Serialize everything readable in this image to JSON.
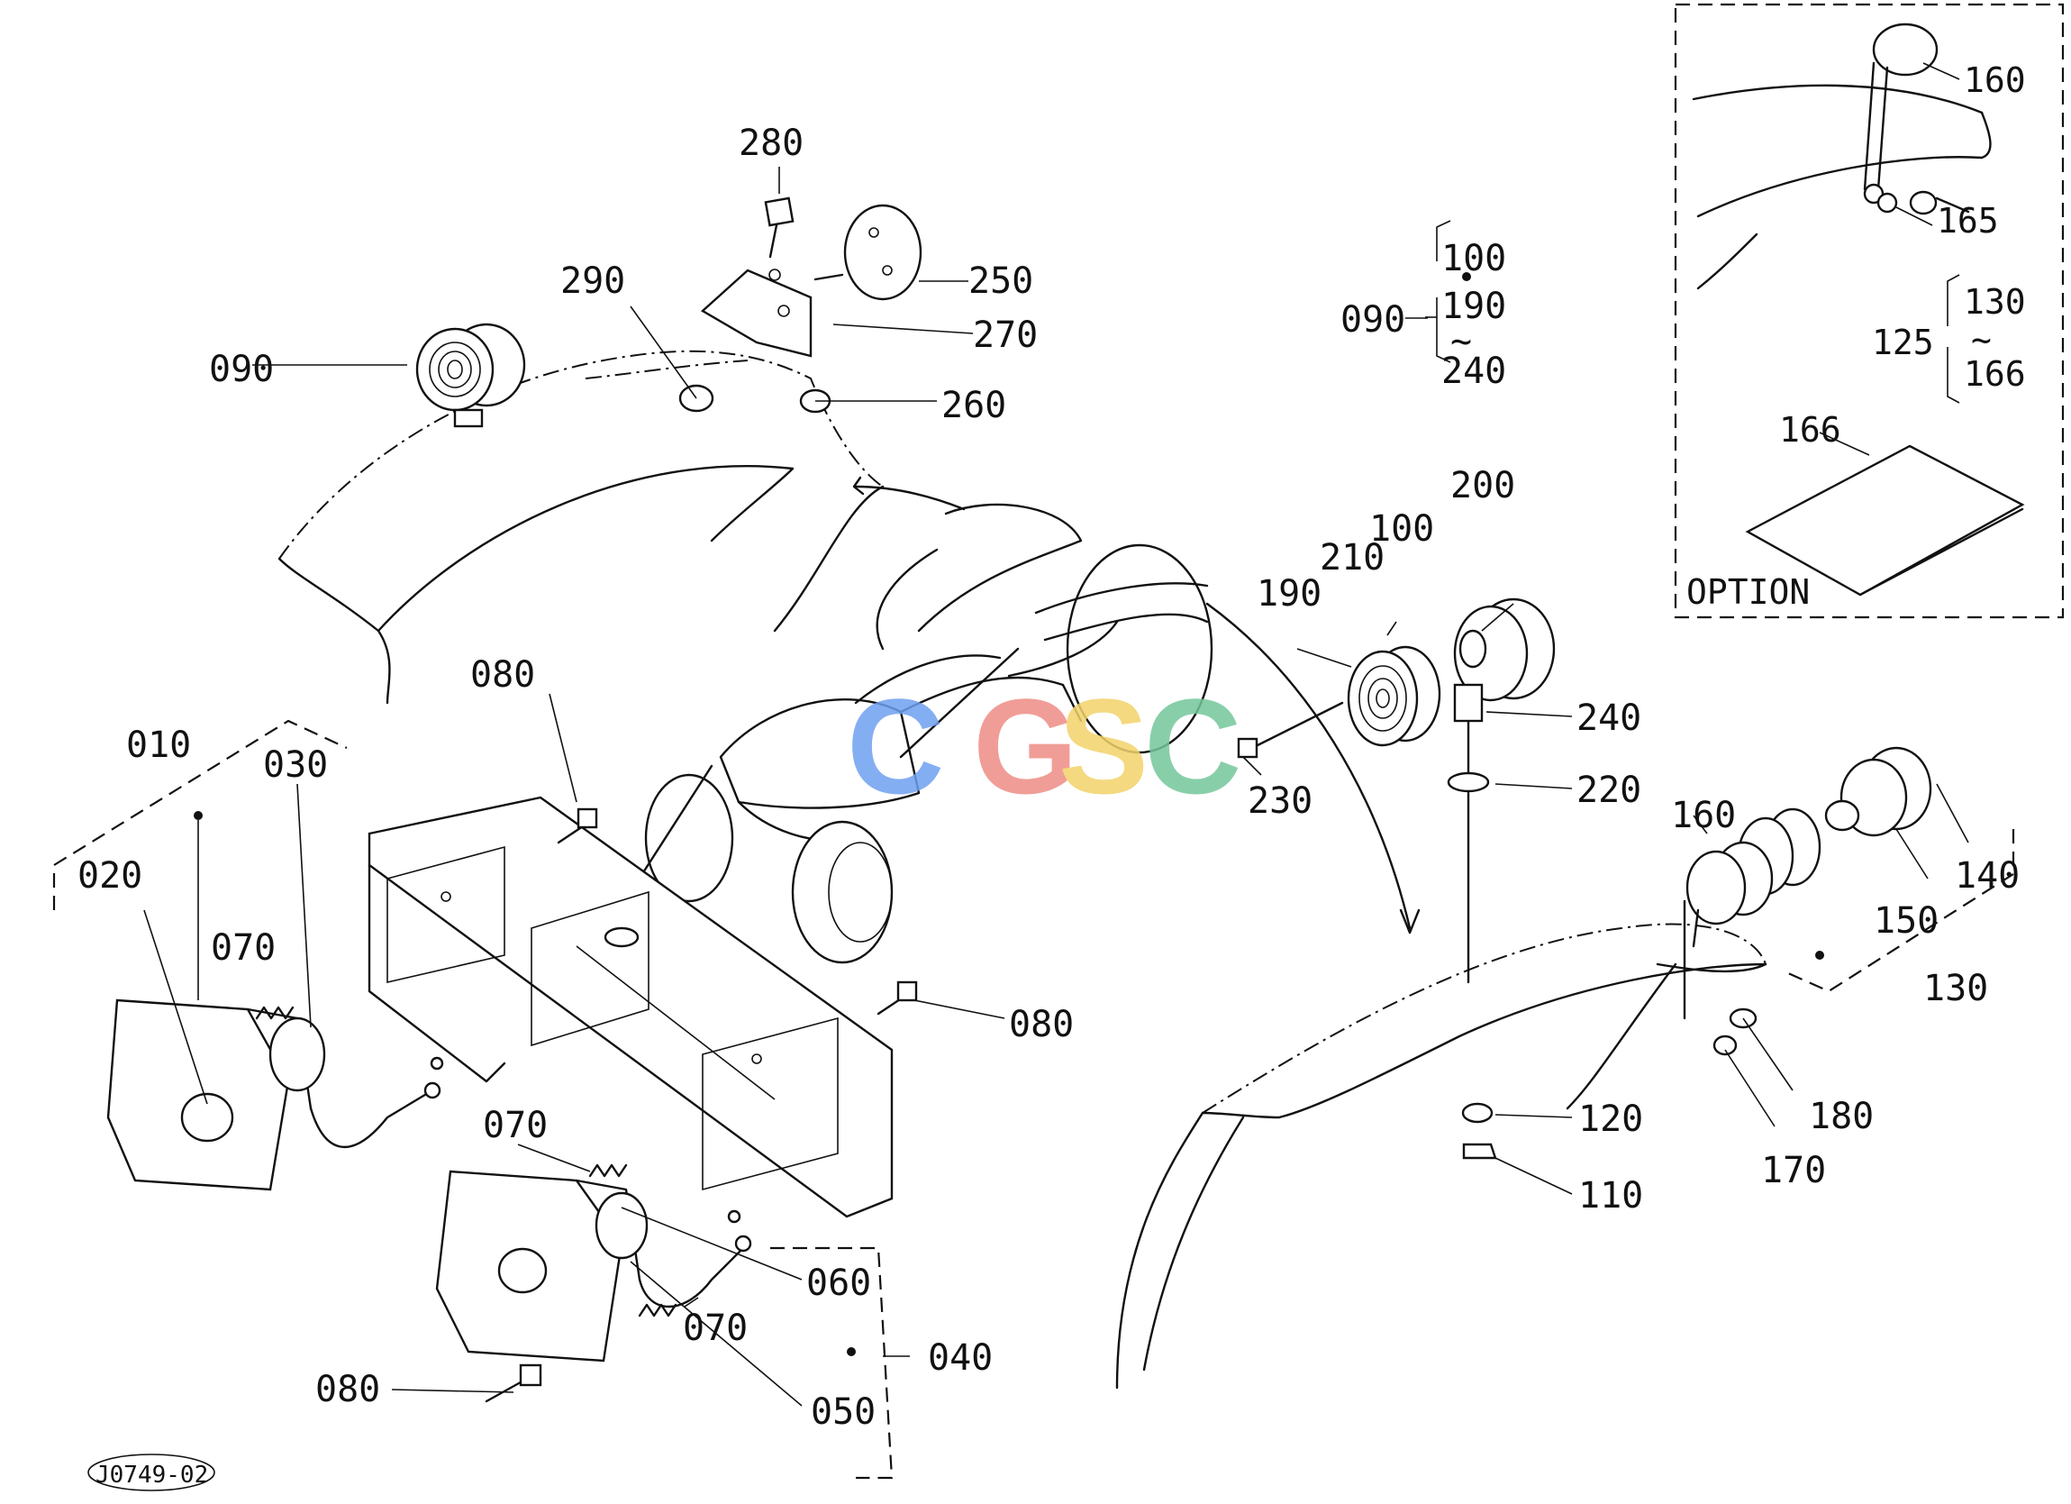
{
  "diagram": {
    "callouts": [
      {
        "id": "p280",
        "text": "280"
      },
      {
        "id": "p290",
        "text": "290"
      },
      {
        "id": "p250",
        "text": "250"
      },
      {
        "id": "p270",
        "text": "270"
      },
      {
        "id": "p090a",
        "text": "090"
      },
      {
        "id": "p260",
        "text": "260"
      },
      {
        "id": "p080a",
        "text": "080"
      },
      {
        "id": "p010",
        "text": "010"
      },
      {
        "id": "p030",
        "text": "030"
      },
      {
        "id": "p020",
        "text": "020"
      },
      {
        "id": "p070a",
        "text": "070"
      },
      {
        "id": "p080b",
        "text": "080"
      },
      {
        "id": "p070b",
        "text": "070"
      },
      {
        "id": "p060",
        "text": "060"
      },
      {
        "id": "p070c",
        "text": "070"
      },
      {
        "id": "p040",
        "text": "040"
      },
      {
        "id": "p080c",
        "text": "080"
      },
      {
        "id": "p050",
        "text": "050"
      },
      {
        "id": "g100",
        "text": "100"
      },
      {
        "id": "g190",
        "text": "190"
      },
      {
        "id": "g240",
        "text": "240"
      },
      {
        "id": "g090",
        "text": "090"
      },
      {
        "id": "p200",
        "text": "200"
      },
      {
        "id": "p100",
        "text": "100"
      },
      {
        "id": "p210",
        "text": "210"
      },
      {
        "id": "p190",
        "text": "190"
      },
      {
        "id": "p240",
        "text": "240"
      },
      {
        "id": "p230",
        "text": "230"
      },
      {
        "id": "p220",
        "text": "220"
      },
      {
        "id": "p160b",
        "text": "160"
      },
      {
        "id": "p140",
        "text": "140"
      },
      {
        "id": "p150",
        "text": "150"
      },
      {
        "id": "p130b",
        "text": "130"
      },
      {
        "id": "p120",
        "text": "120"
      },
      {
        "id": "p180",
        "text": "180"
      },
      {
        "id": "p170",
        "text": "170"
      },
      {
        "id": "p110",
        "text": "110"
      },
      {
        "id": "o160",
        "text": "160"
      },
      {
        "id": "o165",
        "text": "165"
      },
      {
        "id": "o130",
        "text": "130"
      },
      {
        "id": "o125",
        "text": "125"
      },
      {
        "id": "o166a",
        "text": "166"
      },
      {
        "id": "o166b",
        "text": "166"
      }
    ],
    "option_label": "OPTION",
    "tilde": "~",
    "drawing_code": "J0749-02",
    "watermark": {
      "letters": [
        "C",
        "G",
        "S",
        "C"
      ],
      "colors": [
        "#6fa0f0",
        "#ee8d86",
        "#f3d36b",
        "#74c79b"
      ]
    }
  }
}
